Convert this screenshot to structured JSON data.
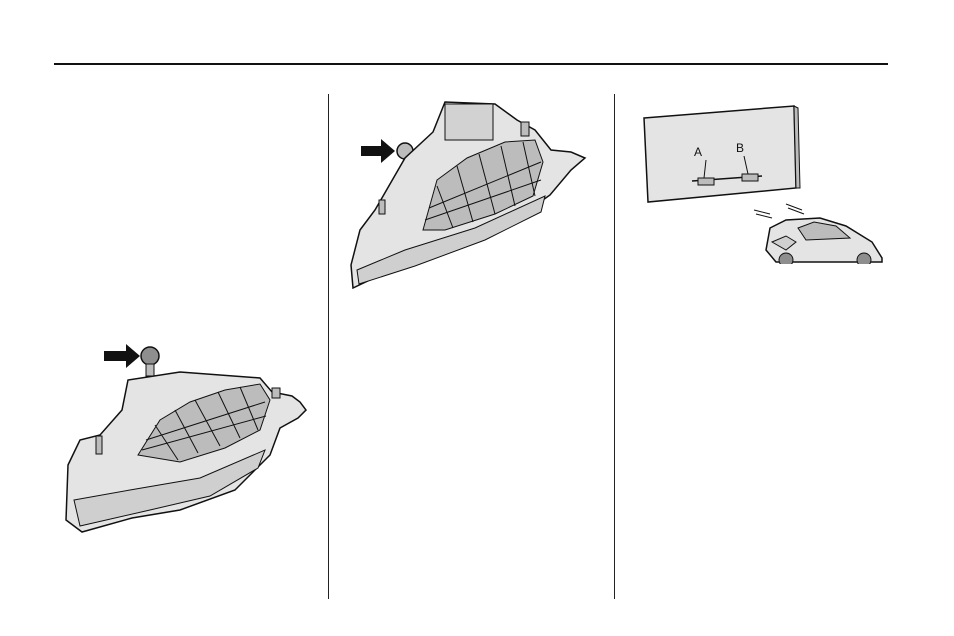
{
  "figures": {
    "headlamp_adjuster_view": {
      "icon": "headlamp-assembly-with-arrow"
    },
    "headlamp_adjuster_side": {
      "icon": "headlamp-assembly-with-arrow"
    },
    "aim_wall": {
      "icon": "vehicle-facing-wall",
      "label_a": "A",
      "label_b": "B"
    }
  },
  "colors": {
    "line": "#111111",
    "shade_light": "#e4e4e4",
    "shade_mid": "#bcbcbc",
    "shade_dark": "#8e8e8e"
  }
}
